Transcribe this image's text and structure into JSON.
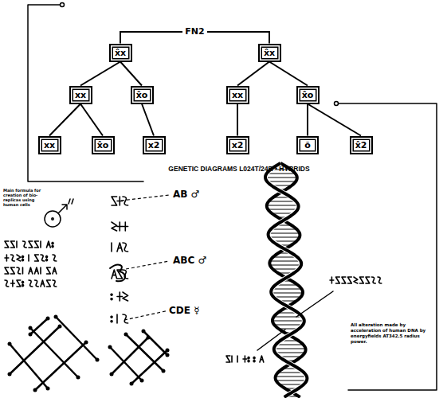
{
  "diagram": {
    "nodes": [
      {
        "text": [
          "x̂x"
        ]
      },
      {
        "text": [
          "x̂x"
        ]
      },
      {
        "text": [
          "xx"
        ]
      },
      {
        "text": [
          "x̂o"
        ]
      },
      {
        "text": [
          "xx"
        ]
      },
      {
        "text": [
          "x̂o"
        ]
      },
      {
        "text": [
          "xx"
        ]
      },
      {
        "text": [
          "x̂o"
        ]
      },
      {
        "text": [
          "x2"
        ]
      },
      {
        "text": [
          "x2"
        ]
      },
      {
        "text": [
          "õ"
        ]
      },
      {
        "text": [
          "x̂2"
        ]
      }
    ],
    "edges": [
      {
        "from": 0,
        "to": 1,
        "arrow": "none",
        "label": "FN2"
      },
      {
        "from": 0,
        "to": 2,
        "arrow": "none"
      },
      {
        "from": 0,
        "to": 3,
        "arrow": "none"
      },
      {
        "from": 1,
        "to": 4,
        "arrow": "none"
      },
      {
        "from": 1,
        "to": 5,
        "arrow": "none"
      },
      {
        "from": 2,
        "to": 6,
        "arrow": "none"
      },
      {
        "from": 2,
        "to": 7,
        "arrow": "none"
      },
      {
        "from": 3,
        "to": 8,
        "arrow": "none"
      },
      {
        "from": 4,
        "to": 9,
        "arrow": "none"
      },
      {
        "from": 5,
        "to": 10,
        "arrow": "none"
      },
      {
        "from": 5,
        "to": 11,
        "arrow": "none"
      }
    ],
    "labels": [
      "GENETIC DIAGRAMS L024T/24R • HYBRIDS",
      "Main formula for creation of bio-replicas using human cells",
      "AB ♂",
      "ABC ♂",
      "CDE ☿",
      "All alteration made by acceleration of human DNA by energyfields AT342.5 radius power."
    ]
  }
}
